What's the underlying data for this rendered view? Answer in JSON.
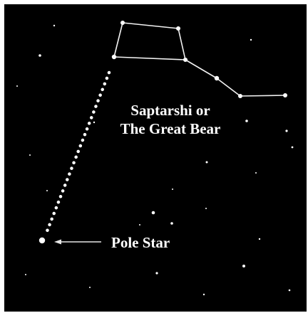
{
  "figure": {
    "title_line1": "Saptarshi or",
    "title_line2": "The Great Bear",
    "pole_label": "Pole Star"
  },
  "colors": {
    "sky": "#000000",
    "star": "#ffffff",
    "line": "#f2f2f2"
  },
  "icons": {
    "pointer_line": "dotted-pointer-line",
    "label_arrow": "label-arrow"
  }
}
